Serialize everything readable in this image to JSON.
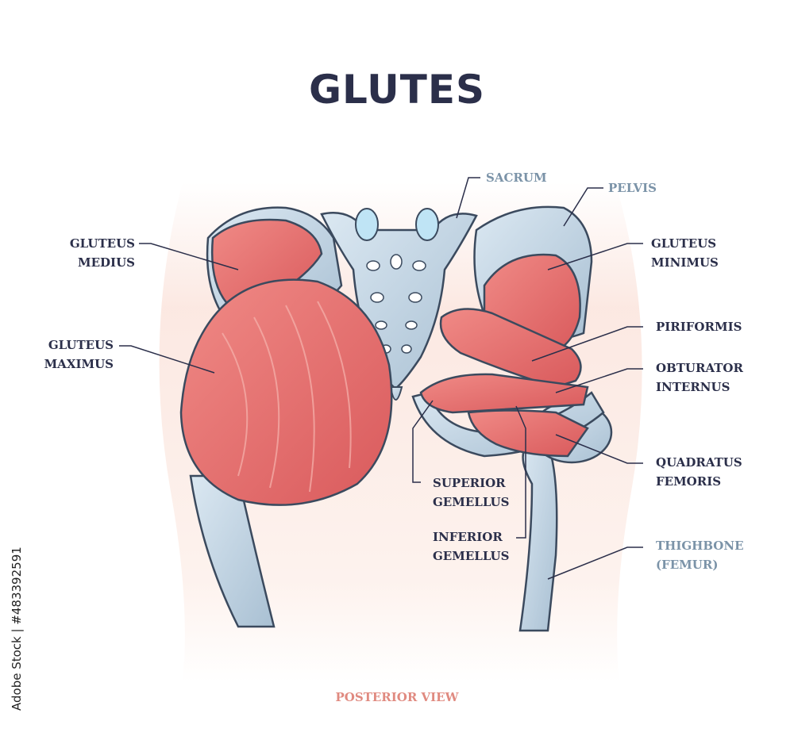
{
  "title": "GLUTES",
  "footer": "POSTERIOR VIEW",
  "side_text": "Adobe Stock | #483392591",
  "colors": {
    "title": "#2b2f4a",
    "muscle": "#e56b6b",
    "muscle_dark": "#c9474d",
    "bone": "#c9dcea",
    "bone_dark": "#97aec2",
    "skin": "#fbe6df",
    "footer": "#e08a80"
  },
  "labels": {
    "sacrum": "SACRUM",
    "pelvis": "PELVIS",
    "gluteus_medius": [
      "GLUTEUS",
      "MEDIUS"
    ],
    "gluteus_maximus": [
      "GLUTEUS",
      "MAXIMUS"
    ],
    "gluteus_minimus": [
      "GLUTEUS",
      "MINIMUS"
    ],
    "piriformis": "PIRIFORMIS",
    "obturator_internus": [
      "OBTURATOR",
      "INTERNUS"
    ],
    "quadratus_femoris": [
      "QUADRATUS",
      "FEMORIS"
    ],
    "superior_gemellus": [
      "SUPERIOR",
      "GEMELLUS"
    ],
    "inferior_gemellus": [
      "INFERIOR",
      "GEMELLUS"
    ],
    "thighbone": [
      "THIGHBONE",
      "(FEMUR)"
    ]
  }
}
